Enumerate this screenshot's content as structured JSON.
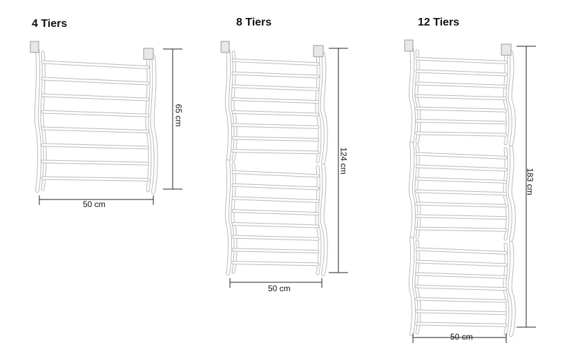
{
  "products": [
    {
      "title": "4 Tiers",
      "width_label": "50 cm",
      "height_label": "65 cm",
      "tiers": 4
    },
    {
      "title": "8 Tiers",
      "width_label": "50 cm",
      "height_label": "124 cm",
      "tiers": 8
    },
    {
      "title": "12 Tiers",
      "width_label": "50 cm",
      "height_label": "183 cm",
      "tiers": 12
    }
  ],
  "colors": {
    "rack": "#ffffff",
    "rack_outline": "#b9b9b9",
    "dimension_line": "#222222",
    "background": "#ffffff"
  }
}
